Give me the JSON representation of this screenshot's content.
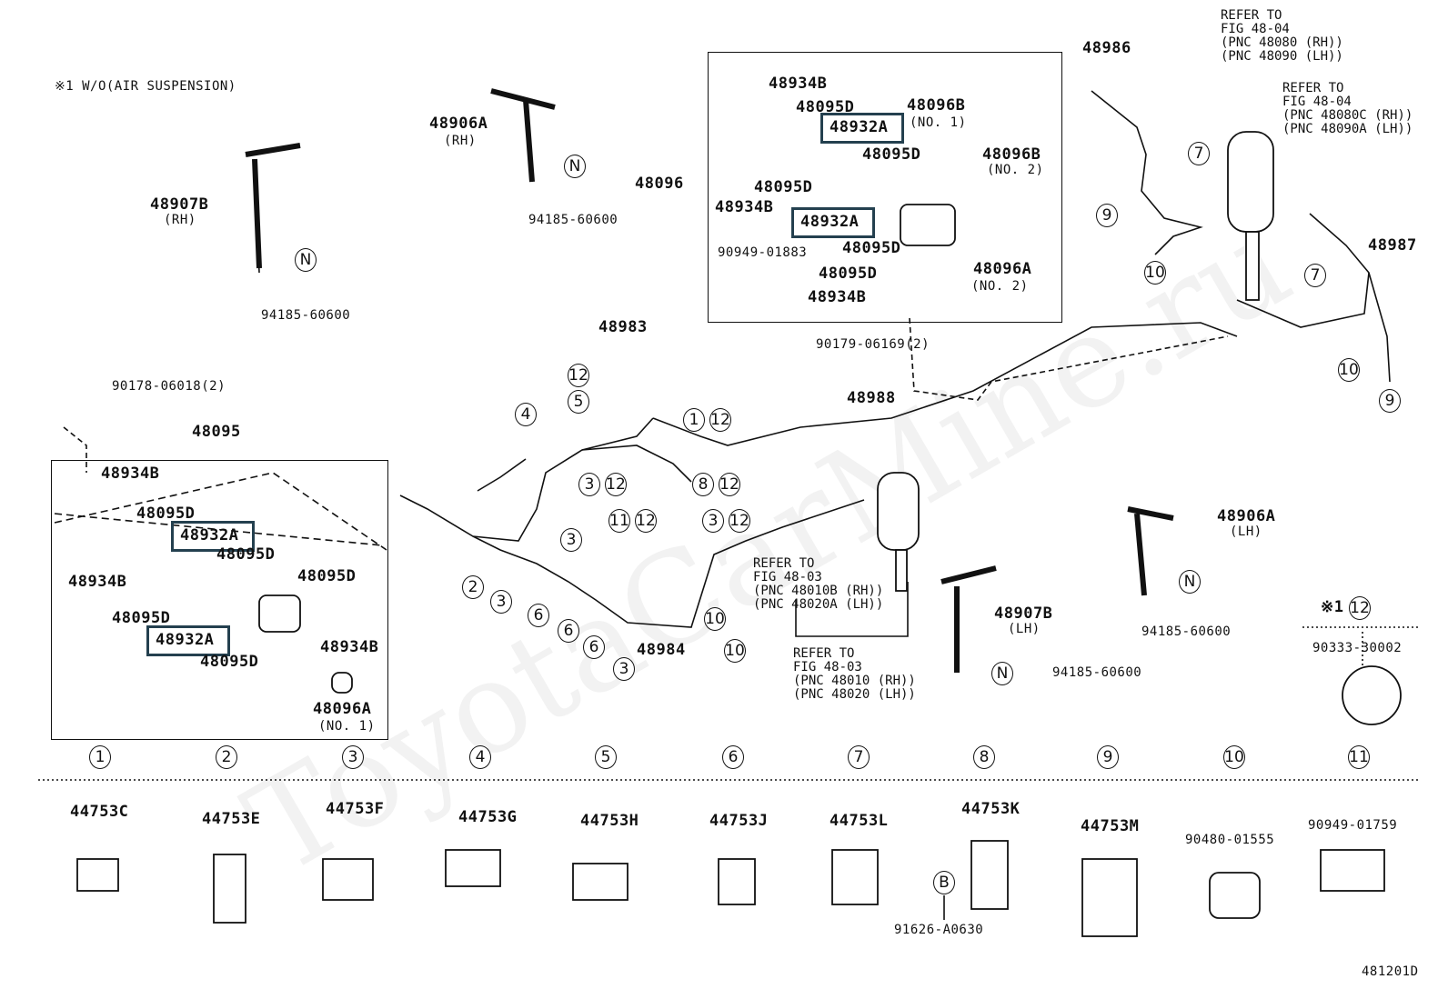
{
  "note": "※1  W/O(AIR SUSPENSION)",
  "labels": [
    "48906A",
    "(RH)",
    "48907B",
    "(RH)",
    "94185-60600",
    "94185-60600",
    "48096",
    "48934B",
    "48095D",
    "48932A",
    "48096B",
    "(NO. 1)",
    "48095D",
    "48096B",
    "(NO. 2)",
    "48095D",
    "48934B",
    "48932A",
    "48095D",
    "90949-01883",
    "48095D",
    "48096A",
    "(NO. 2)",
    "48934B",
    "90179-06169(2)",
    "48986",
    "48987",
    "48983",
    "48988",
    "90178-06018(2)",
    "48095",
    "48934B",
    "48095D",
    "48932A",
    "48095D",
    "48934B",
    "48095D",
    "48095D",
    "48932A",
    "48095D",
    "48934B",
    "48096A",
    "(NO. 1)",
    "48984",
    "48907B",
    "(LH)",
    "94185-60600",
    "48906A",
    "(LH)",
    "94185-60600",
    "※1",
    "90333-30002",
    "44753C",
    "44753E",
    "44753F",
    "44753G",
    "44753H",
    "44753J",
    "44753L",
    "44753K",
    "91626-A0630",
    "44753M",
    "90480-01555",
    "90949-01759",
    "481201D"
  ],
  "refs": [
    "REFER TO\nFIG 48-04\n(PNC 48080 (RH))\n(PNC 48090 (LH))",
    "REFER TO\nFIG 48-04\n(PNC 48080C (RH))\n(PNC 48090A (LH))",
    "REFER TO\nFIG 48-03\n(PNC 48010B (RH))\n(PNC 48020A (LH))",
    "REFER TO\nFIG 48-03\n(PNC 48010 (RH))\n(PNC 48020 (LH))"
  ],
  "callouts": [
    "N",
    "N",
    "7",
    "9",
    "10",
    "7",
    "10",
    "9",
    "4",
    "12",
    "5",
    "1",
    "12",
    "3",
    "12",
    "8",
    "12",
    "11",
    "12",
    "3",
    "3",
    "12",
    "2",
    "3",
    "6",
    "6",
    "6",
    "3",
    "10",
    "10",
    "N",
    "N",
    "12",
    "B"
  ],
  "clip_index": [
    "1",
    "2",
    "3",
    "4",
    "5",
    "6",
    "7",
    "8",
    "9",
    "10",
    "11"
  ],
  "highlighted_part": "48932A",
  "highlight_color": "#24404f",
  "watermark": "ToyotaCarMine.ru"
}
